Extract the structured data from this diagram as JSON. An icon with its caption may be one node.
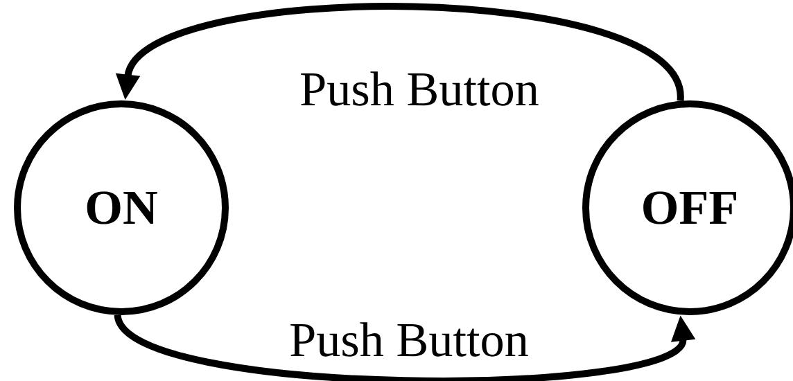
{
  "diagram": {
    "nodes": [
      {
        "text": [
          "ON"
        ]
      },
      {
        "text": [
          "OFF"
        ]
      }
    ],
    "edges": [
      {
        "from": 1,
        "to": 0,
        "arrow": "to",
        "label": "Push Button"
      },
      {
        "from": 0,
        "to": 1,
        "arrow": "to",
        "label": "Push Button"
      }
    ]
  }
}
